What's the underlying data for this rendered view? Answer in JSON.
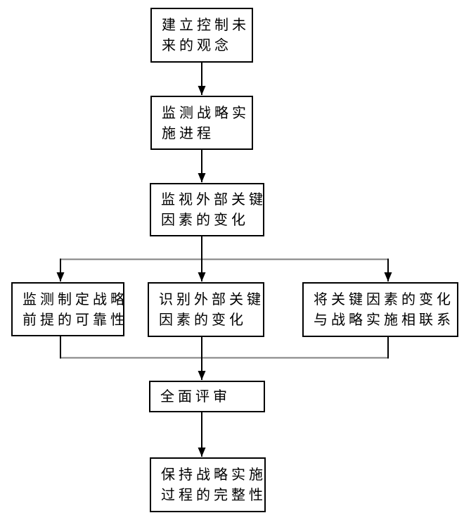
{
  "diagram": {
    "background_color": "#ffffff",
    "box_border_color": "#000000",
    "text_color": "#000000",
    "arrow_color": "#000000",
    "rail_line_color": "#808080",
    "nodes": [
      {
        "id": "establish-future-control-concept",
        "text": "建立控制未来的观念",
        "lines": [
          "建立控制未",
          "来的观念"
        ]
      },
      {
        "id": "monitor-strategy-implementation-progress",
        "text": "监测战略实施进程",
        "lines": [
          "监测战略实",
          "施进程"
        ]
      },
      {
        "id": "watch-external-key-factor-changes",
        "text": "监视外部关键因素的变化",
        "lines": [
          "监视外部关键",
          "因素的变化"
        ]
      },
      {
        "id": "monitor-strategy-premise-reliability",
        "text": "监测制定战略前提的可靠性",
        "lines": [
          "监测制定战略",
          "前提的可靠性"
        ]
      },
      {
        "id": "identify-external-key-factor-changes",
        "text": "识别外部关键因素的变化",
        "lines": [
          "识别外部关键",
          "因素的变化"
        ]
      },
      {
        "id": "link-factor-changes-to-implementation",
        "text": "将关键因素的变化与战略实施相联系",
        "lines": [
          "将关键因素的变化",
          "与战略实施相联系"
        ]
      },
      {
        "id": "comprehensive-review",
        "text": "全面评审",
        "lines": [
          "全面评审"
        ]
      },
      {
        "id": "maintain-implementation-integrity",
        "text": "保持战略实施过程的完整性",
        "lines": [
          "保持战略实施",
          "过程的完整性"
        ]
      }
    ],
    "edges": [
      {
        "from": "establish-future-control-concept",
        "to": "monitor-strategy-implementation-progress"
      },
      {
        "from": "monitor-strategy-implementation-progress",
        "to": "watch-external-key-factor-changes"
      },
      {
        "from": "watch-external-key-factor-changes",
        "to": "monitor-strategy-premise-reliability"
      },
      {
        "from": "watch-external-key-factor-changes",
        "to": "identify-external-key-factor-changes"
      },
      {
        "from": "watch-external-key-factor-changes",
        "to": "link-factor-changes-to-implementation"
      },
      {
        "from": "monitor-strategy-premise-reliability",
        "to": "comprehensive-review"
      },
      {
        "from": "identify-external-key-factor-changes",
        "to": "comprehensive-review"
      },
      {
        "from": "link-factor-changes-to-implementation",
        "to": "comprehensive-review"
      },
      {
        "from": "comprehensive-review",
        "to": "maintain-implementation-integrity"
      }
    ]
  }
}
